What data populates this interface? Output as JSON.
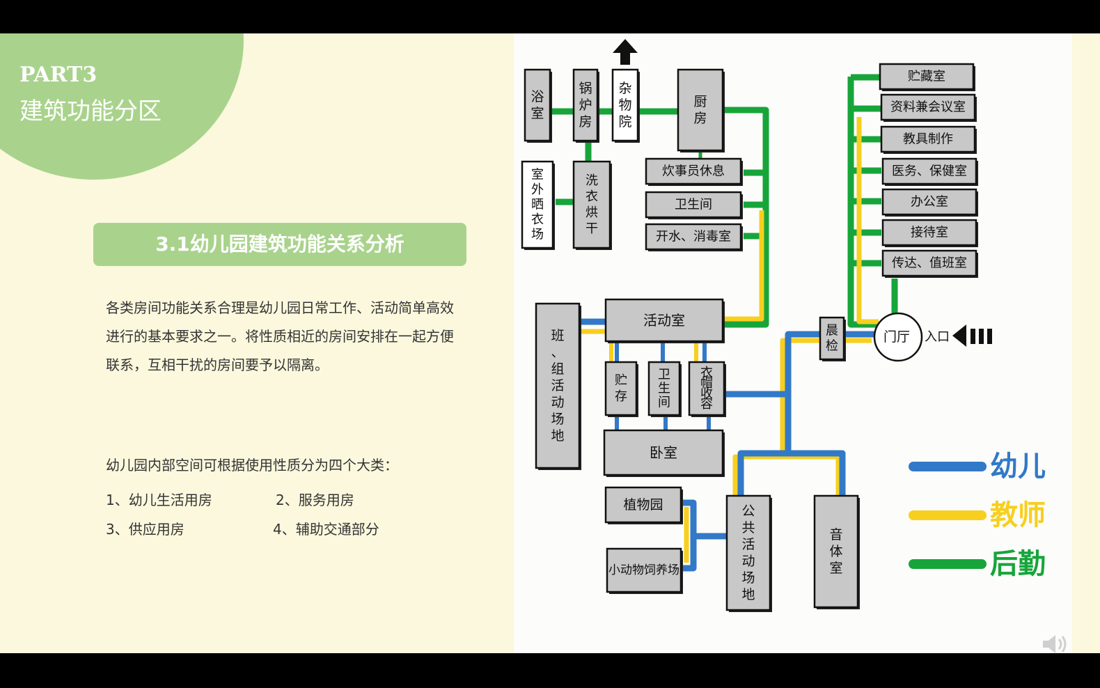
{
  "header": {
    "part": "PART3",
    "subtitle": "建筑功能分区"
  },
  "section_title": "3.1幼儿园建筑功能关系分析",
  "paragraph": "各类房间功能关系合理是幼儿园日常工作、活动简单高效进行的基本要求之一。将性质相近的房间安排在一起方便联系，互相干扰的房间要予以隔离。",
  "intro": "幼儿园内部空间可根据使用性质分为四个大类：",
  "categories": [
    "1、幼儿生活用房",
    "2、服务用房",
    "3、供应用房",
    "4、辅助交通部分"
  ],
  "colors": {
    "child": "#3279c7",
    "teacher": "#f7cf1e",
    "logistics": "#17a53a",
    "box": "#c8c8c8",
    "accent": "#a9d38c"
  },
  "diagram": {
    "rooms": {
      "bath": "浴室",
      "boiler": "锅炉房",
      "yard": "杂物院",
      "kitchen": "厨房",
      "outdoor_dry": "室外晒衣场",
      "laundry": "洗衣烘干",
      "cook_rest": "炊事员休息",
      "toilet_staff": "卫生间",
      "water": "开水、消毒室",
      "storage": "贮藏室",
      "archive": "资料兼会议室",
      "teaching_aid": "教具制作",
      "medical": "医务、保健室",
      "office": "办公室",
      "reception": "接待室",
      "guard": "传达、值班室",
      "class_field": "班、组活动场地",
      "activity": "活动室",
      "store": "贮存",
      "toilet": "卫生间",
      "wardrobe": "衣帽收容",
      "bedroom": "卧室",
      "morning_check": "晨检",
      "hall": "门厅",
      "entrance": "入口",
      "garden": "植物园",
      "animal": "小动物饲养场",
      "public_field": "公共活动场地",
      "music": "音体室"
    },
    "legend": [
      {
        "label": "幼儿",
        "color": "#3279c7"
      },
      {
        "label": "教师",
        "color": "#f7cf1e"
      },
      {
        "label": "后勤",
        "color": "#17a53a"
      }
    ]
  },
  "icons": {
    "up_arrow": "arrow-up-icon",
    "entry_arrow": "arrow-left-icon",
    "speaker": "speaker-icon"
  }
}
